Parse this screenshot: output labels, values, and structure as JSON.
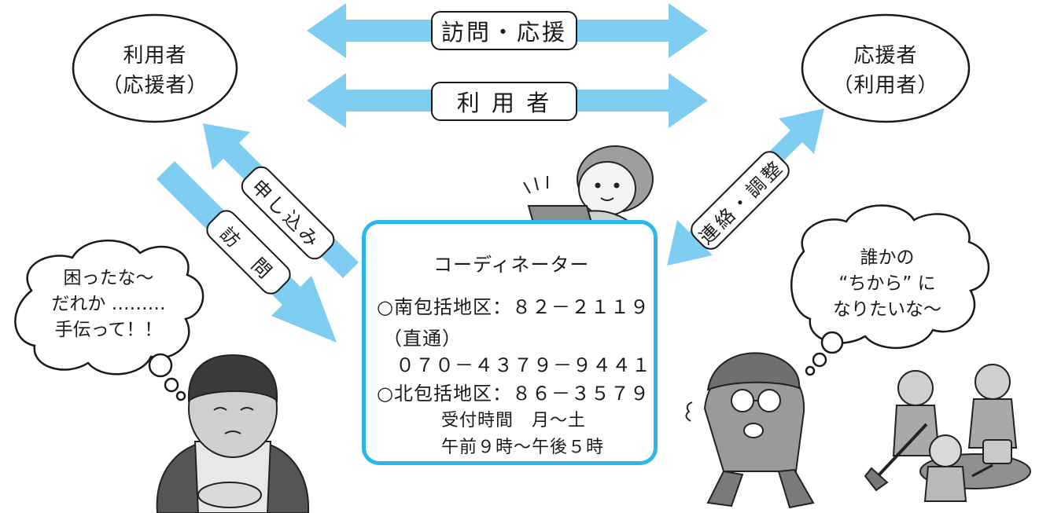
{
  "colors": {
    "arrow": "#7fcdf0",
    "coordinator_border": "#2bb7ea",
    "ink": "#1a1a1a"
  },
  "left_party": {
    "line1": "利用者",
    "line2": "（応援者）"
  },
  "right_party": {
    "line1": "応援者",
    "line2": "（利用者）"
  },
  "top_arrows": {
    "upper_label": "訪問・応援",
    "lower_label": "利 用 者"
  },
  "diagonal_labels": {
    "apply": "申し込み",
    "visit": "訪　問",
    "contact": "連絡・調整"
  },
  "coordinator": {
    "title": "コーディネーター",
    "south_line": "○南包括地区：８２－２１１９",
    "direct_label": "（直通）",
    "direct_number": "０７０－４３７９－９４４１",
    "north_line": "○北包括地区：８６－３５７９",
    "hours_line1": "受付時間　月～土",
    "hours_line2": "午前９時～午後５時"
  },
  "left_bubble": {
    "line1": "困ったな～",
    "line2": "だれか ………",
    "line3": "手伝って！！"
  },
  "right_bubble": {
    "line1": "誰かの",
    "line2": "“ちから”  に",
    "line3": "なりたいな～"
  },
  "illustrations": {
    "coordinator": "woman-at-laptop-illustration",
    "left": "worried-woman-illustration",
    "right_man": "running-man-illustration",
    "right_group": "cleaning-volunteers-illustration"
  }
}
